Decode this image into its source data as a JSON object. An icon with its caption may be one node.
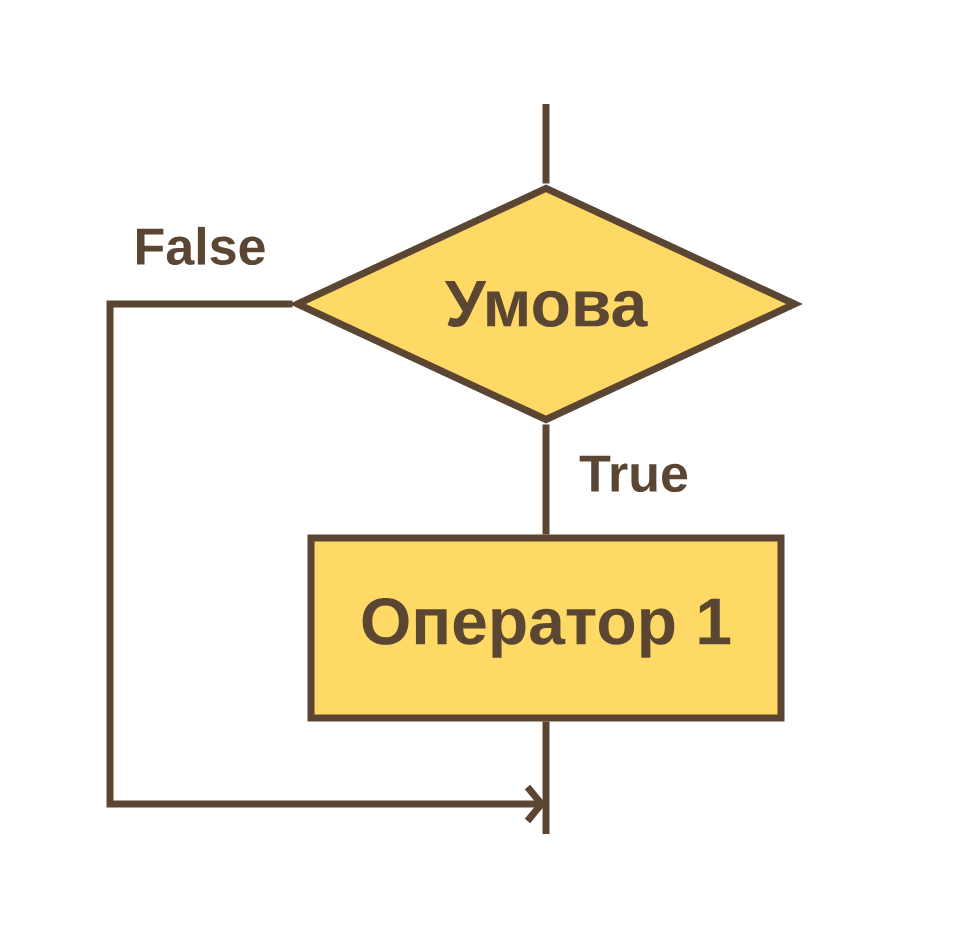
{
  "diagram": {
    "nodes": [
      {
        "text": [
          "Умова"
        ]
      },
      {
        "text": [
          "Оператор 1"
        ]
      }
    ],
    "edges": [
      {
        "from": null,
        "to": 0,
        "arrow": "none"
      },
      {
        "from": 0,
        "to": 1,
        "arrow": "none",
        "label": "True"
      },
      {
        "from": 0,
        "to": null,
        "arrow": "to",
        "label": "False"
      },
      {
        "from": 1,
        "to": null,
        "arrow": "none"
      }
    ]
  }
}
